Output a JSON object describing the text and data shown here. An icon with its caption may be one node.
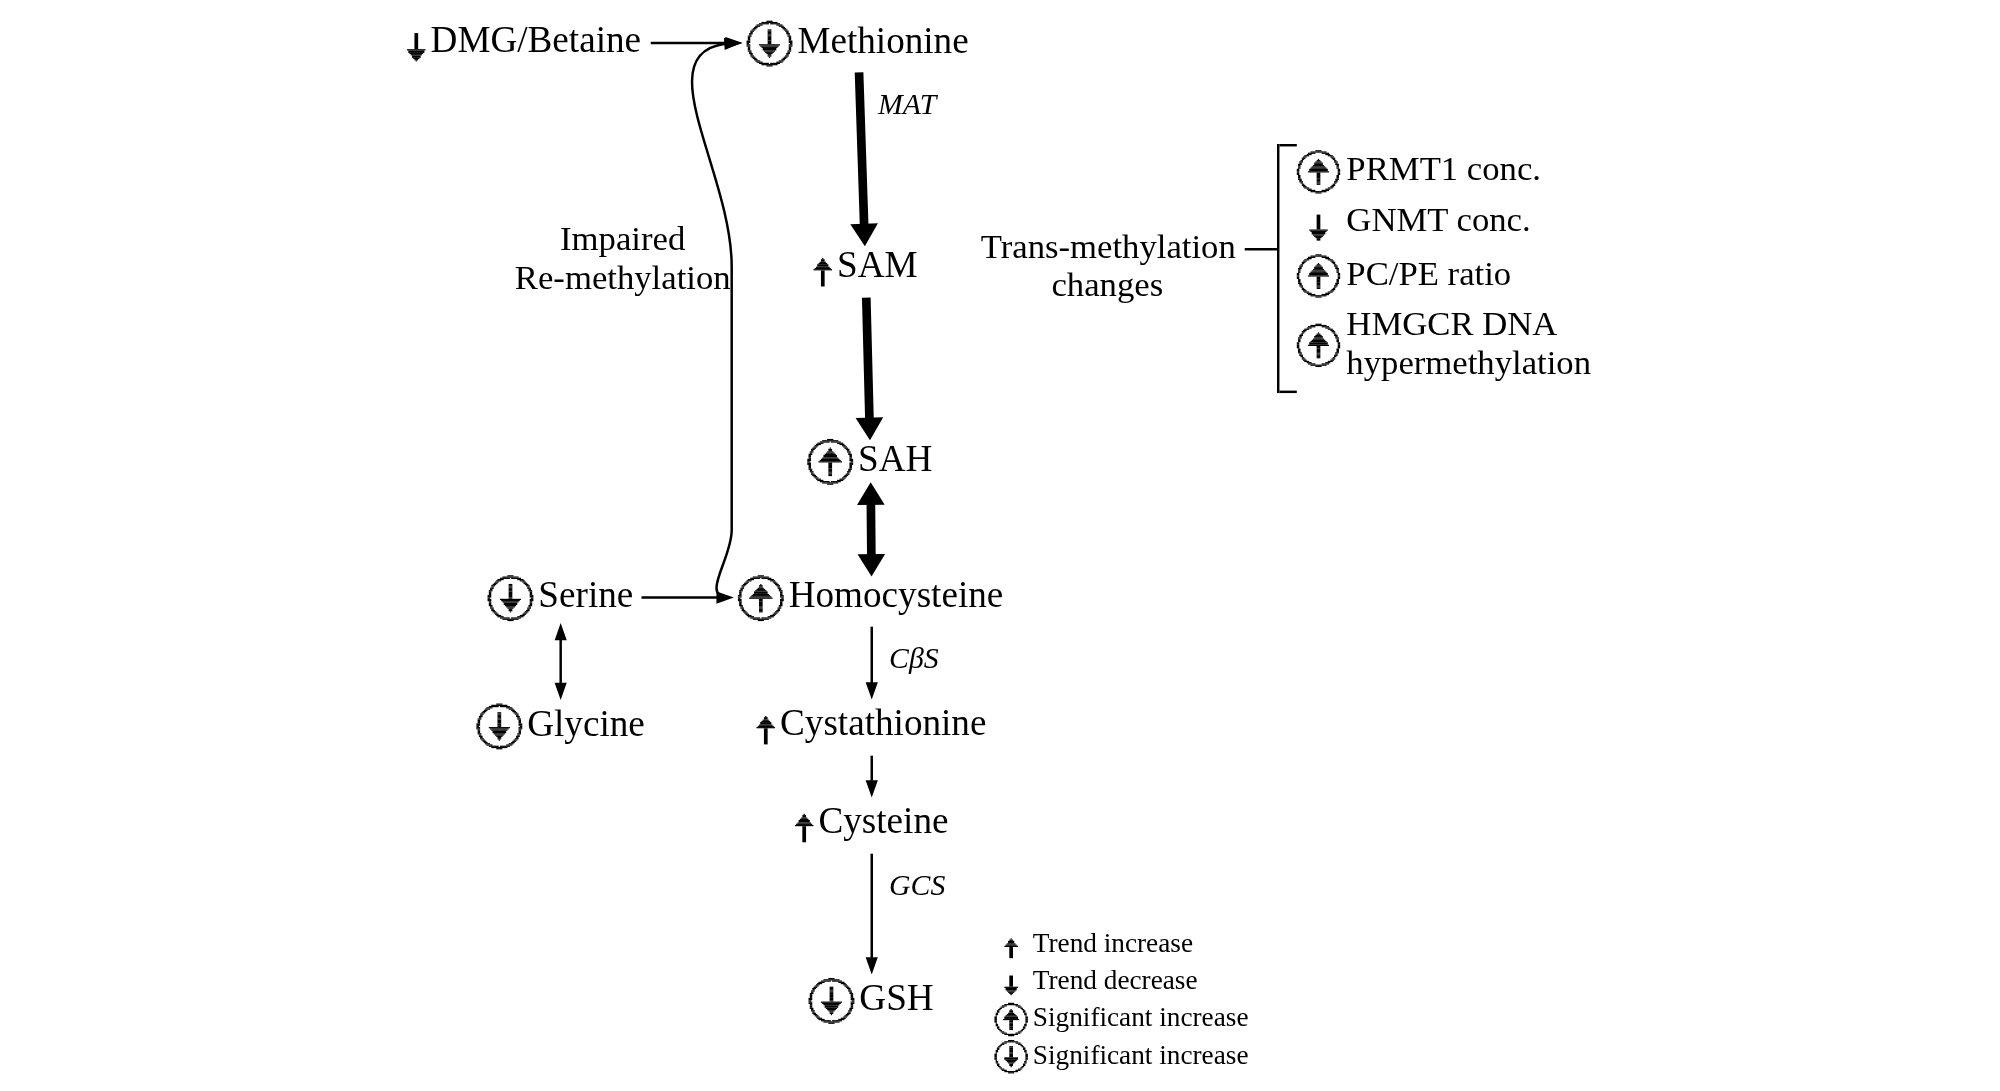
{
  "diagram": {
    "nodes": [
      {
        "text": [
          "DMG/Betaine"
        ]
      },
      {
        "text": [
          "Methionine"
        ]
      },
      {
        "text": [
          "SAM"
        ]
      },
      {
        "text": [
          "SAH"
        ]
      },
      {
        "text": [
          "Serine"
        ]
      },
      {
        "text": [
          "Homocysteine"
        ]
      },
      {
        "text": [
          "Glycine"
        ]
      },
      {
        "text": [
          "Cystathionine"
        ]
      },
      {
        "text": [
          "Cysteine"
        ]
      },
      {
        "text": [
          "GSH"
        ]
      }
    ],
    "edges": [
      {
        "from": 1,
        "to": 2,
        "arrow": "to",
        "label": "MAT",
        "style": "thick"
      },
      {
        "from": 2,
        "to": 3,
        "arrow": "to",
        "style": "thick"
      },
      {
        "from": 3,
        "to": 5,
        "arrow": "both",
        "style": "thick"
      },
      {
        "from": 5,
        "to": 1,
        "arrow": "to",
        "label": "Impaired Re-methylation"
      },
      {
        "from": 0,
        "to": 1,
        "arrow": "to"
      },
      {
        "from": 4,
        "to": 5,
        "arrow": "to"
      },
      {
        "from": 4,
        "to": 6,
        "arrow": "both"
      },
      {
        "from": 5,
        "to": 7,
        "arrow": "to",
        "label": "CβS"
      },
      {
        "from": 7,
        "to": 8,
        "arrow": "to"
      },
      {
        "from": 8,
        "to": 9,
        "arrow": "to",
        "label": "GCS"
      }
    ],
    "labels": [
      "Trans-methylation changes",
      "PRMT1 conc.",
      "GNMT conc.",
      "PC/PE ratio",
      "HMGCR DNA hypermethylation"
    ],
    "legend": [
      {
        "text": "Trend increase"
      },
      {
        "text": "Trend decrease"
      },
      {
        "text": "Significant increase"
      },
      {
        "text": "Significant increase"
      }
    ]
  }
}
